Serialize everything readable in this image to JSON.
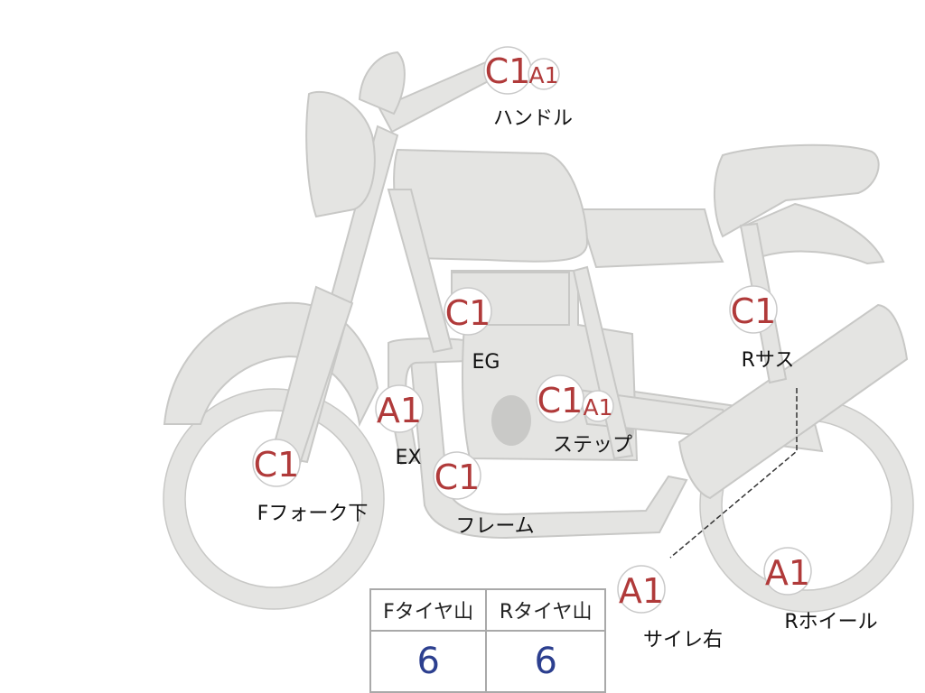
{
  "colors": {
    "part_fill": "#e4e4e2",
    "part_stroke": "#c8c8c6",
    "engine_dark": "#c9c9c7",
    "code_red": "#b03a3a",
    "value_blue": "#2c3f8f",
    "leader_line": "#333333"
  },
  "markers": [
    {
      "id": "handle",
      "label": "ハンドル",
      "codes": [
        "C1",
        "A1"
      ]
    },
    {
      "id": "eg",
      "label": "EG",
      "codes": [
        "C1"
      ]
    },
    {
      "id": "rsus",
      "label": "Rサス",
      "codes": [
        "C1"
      ]
    },
    {
      "id": "ex",
      "label": "EX",
      "codes": [
        "A1"
      ]
    },
    {
      "id": "step",
      "label": "ステップ",
      "codes": [
        "C1",
        "A1"
      ]
    },
    {
      "id": "ffork",
      "label": "Fフォーク下",
      "codes": [
        "C1"
      ]
    },
    {
      "id": "frame",
      "label": "フレーム",
      "codes": [
        "C1"
      ]
    },
    {
      "id": "muffler",
      "label": "サイレ右",
      "codes": [
        "A1"
      ]
    },
    {
      "id": "rwheel",
      "label": "Rホイール",
      "codes": [
        "A1"
      ]
    }
  ],
  "tire_table": {
    "front_header": "Fタイヤ山",
    "rear_header": "Rタイヤ山",
    "front_value": "6",
    "rear_value": "6"
  }
}
